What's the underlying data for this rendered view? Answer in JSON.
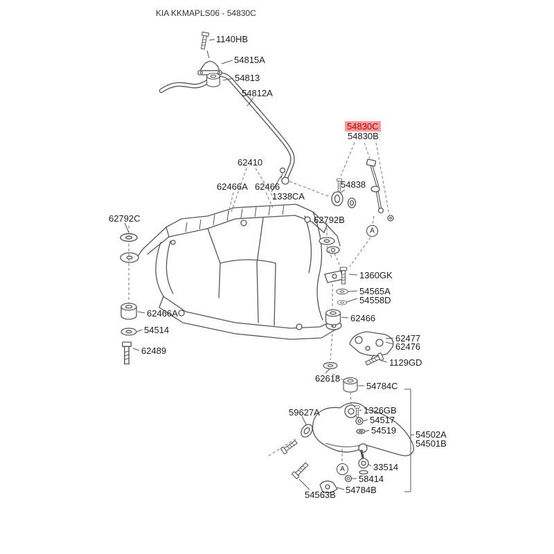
{
  "header": {
    "title": "KIA KKMAPLS06 - 54830C"
  },
  "highlight": {
    "selected_part": "54830C",
    "bg_color": "#f59c9c",
    "text_color": "#c00000"
  },
  "markers": [
    {
      "text": "A"
    },
    {
      "text": "A"
    }
  ],
  "labels": [
    {
      "text": "1140HB"
    },
    {
      "text": "54815A"
    },
    {
      "text": "54813"
    },
    {
      "text": "54812A"
    },
    {
      "text": "54830C",
      "highlight": true
    },
    {
      "text": "54830B"
    },
    {
      "text": "62410"
    },
    {
      "text": "62466A"
    },
    {
      "text": "62466"
    },
    {
      "text": "1338CA"
    },
    {
      "text": "54838"
    },
    {
      "text": "62792C"
    },
    {
      "text": "62792B"
    },
    {
      "text": "1360GK"
    },
    {
      "text": "54565A"
    },
    {
      "text": "54558D"
    },
    {
      "text": "62466A"
    },
    {
      "text": "62466"
    },
    {
      "text": "54514"
    },
    {
      "text": "62477"
    },
    {
      "text": "62476"
    },
    {
      "text": "62489"
    },
    {
      "text": "1129GD"
    },
    {
      "text": "62618"
    },
    {
      "text": "54784C"
    },
    {
      "text": "1326GB"
    },
    {
      "text": "59627A"
    },
    {
      "text": "54517"
    },
    {
      "text": "54519"
    },
    {
      "text": "54502A"
    },
    {
      "text": "54501B"
    },
    {
      "text": "33514"
    },
    {
      "text": "58414"
    },
    {
      "text": "54784B"
    },
    {
      "text": "54563B"
    }
  ]
}
